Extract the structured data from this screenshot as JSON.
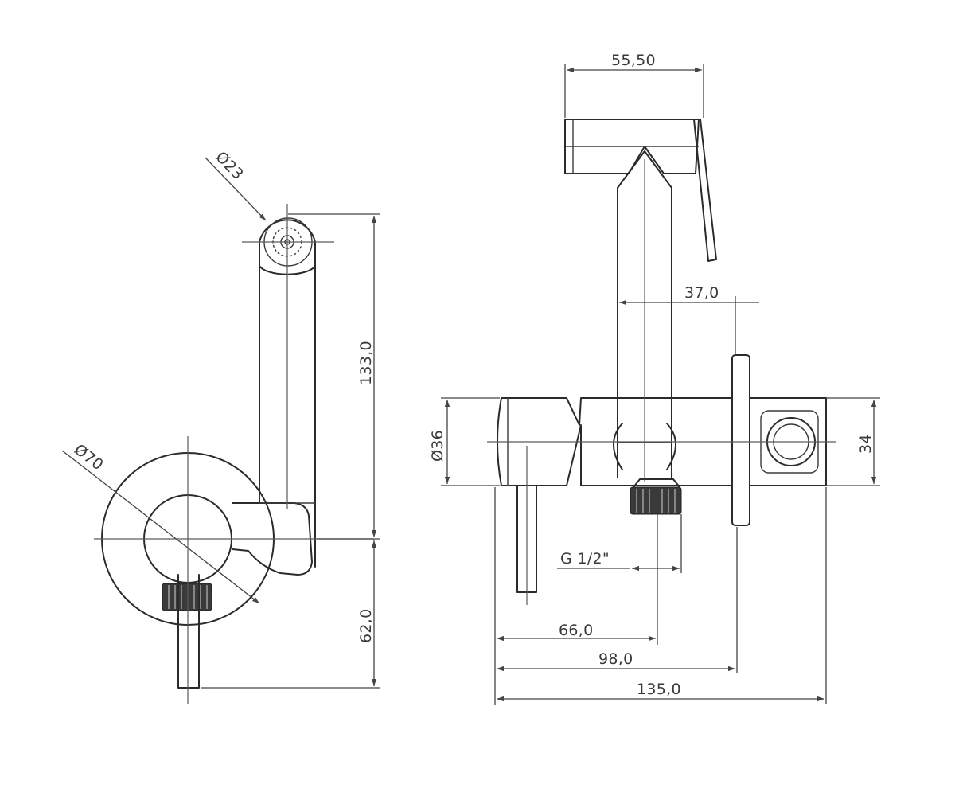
{
  "dimensions": {
    "spray_head_diameter": "Ø23",
    "spray_height": "133,0",
    "plate_diameter": "Ø70",
    "lever_drop": "62,0",
    "spray_head_length": "55,50",
    "hose_offset": "37,0",
    "body_diameter": "Ø36",
    "outlet_height": "34",
    "thread_size": "G 1/2\"",
    "lever_to_outlet": "66,0",
    "lever_to_wall": "98,0",
    "total_depth": "135,0"
  }
}
